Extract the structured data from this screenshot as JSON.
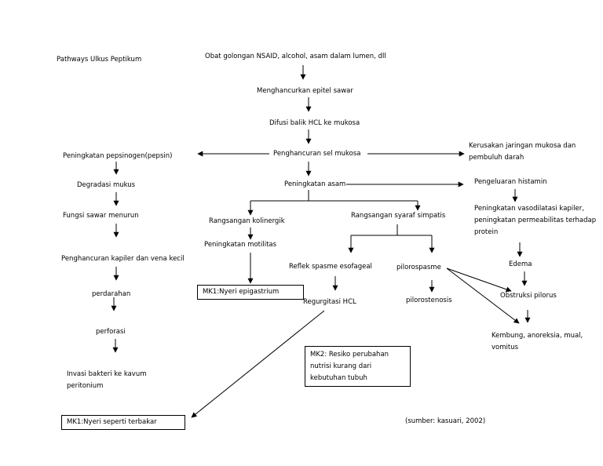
{
  "title": "Pathways Ulkus Peptikum",
  "source": "(sumber: kasuari, 2002)",
  "center": {
    "n1": "Obat golongan NSAID, alcohol, asam dalam lumen, dll",
    "n2": "Menghancurkan epitel sawar",
    "n3": "Difusi balik HCL ke mukosa",
    "n4": "Penghancuran sel mukosa",
    "n5": "Peningkatan asam"
  },
  "left_column": {
    "n1": "Peningkatan pepsinogen(pepsin)",
    "n2": "Degradasi mukus",
    "n3": "Fungsi sawar menurun",
    "n4": "Penghancuran kapiler dan vena kecil",
    "n5": "perdarahan",
    "n6": "perforasi",
    "n7": "Invasi bakteri ke kavum peritonium"
  },
  "kolinergik": {
    "n1": "Rangsangan kolinergik",
    "n2": "Peningkatan motilitas"
  },
  "simpatis": {
    "n1": "Rangsangan syaraf simpatis",
    "n2": "Reflek spasme esofageal",
    "n3": "pilorospasme",
    "n4": "Regurgitasi HCL",
    "n5": "pilorostenosis"
  },
  "right_column": {
    "n1": "Kerusakan jaringan mukosa dan pembuluh darah",
    "n2": "Pengeluaran histamin",
    "n3": "Peningkatan vasodilatasi kapiler, peningkatan permeabilitas terhadap protein",
    "n4": "Edema",
    "n5": "Obstruksi pilorus",
    "n6": "Kembung, anoreksia, mual, vomitus"
  },
  "diagnoses": {
    "mk1_epigastrium": "MK1:Nyeri epigastrium",
    "mk1_terbakar": "MK1:Nyeri seperti terbakar",
    "mk2": "MK2: Resiko perubahan nutrisi kurang dari kebutuhan tubuh"
  }
}
